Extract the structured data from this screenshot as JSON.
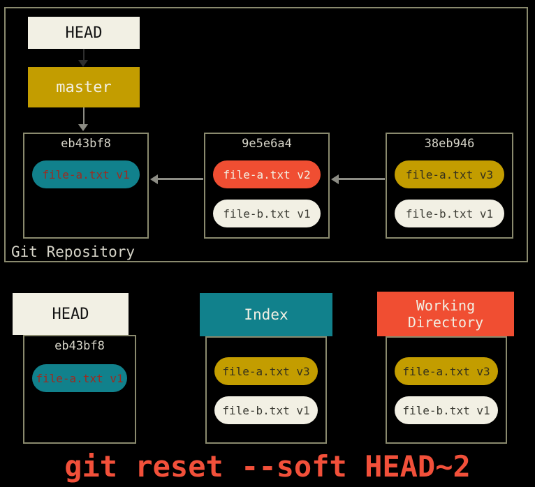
{
  "colors": {
    "background": "#000000",
    "teal": "#11818C",
    "gold": "#C39D00",
    "red": "#F04E32",
    "cream": "#F2F0E4",
    "line": "#8C8C84",
    "dark-line": "#2E2E2E",
    "border": "#8A8A6E",
    "hash-text": "#D6D4C8",
    "caption": "#F2503A"
  },
  "repository": {
    "label": "Git Repository",
    "head_label": "HEAD",
    "branch_label": "master",
    "commits": [
      {
        "hash": "eb43bf8",
        "files": [
          {
            "label": "file-a.txt v1"
          }
        ]
      },
      {
        "hash": "9e5e6a4",
        "files": [
          {
            "label": "file-a.txt v2"
          },
          {
            "label": "file-b.txt v1"
          }
        ]
      },
      {
        "hash": "38eb946",
        "files": [
          {
            "label": "file-a.txt v3"
          },
          {
            "label": "file-b.txt v1"
          }
        ]
      }
    ]
  },
  "areas": {
    "head": {
      "title": "HEAD",
      "hash": "eb43bf8",
      "files": [
        {
          "label": "file-a.txt v1"
        }
      ]
    },
    "index": {
      "title": "Index",
      "files": [
        {
          "label": "file-a.txt v3"
        },
        {
          "label": "file-b.txt v1"
        }
      ]
    },
    "working_directory": {
      "title": "Working Directory",
      "files": [
        {
          "label": "file-a.txt v3"
        },
        {
          "label": "file-b.txt v1"
        }
      ]
    }
  },
  "caption": "git reset --soft HEAD~2"
}
